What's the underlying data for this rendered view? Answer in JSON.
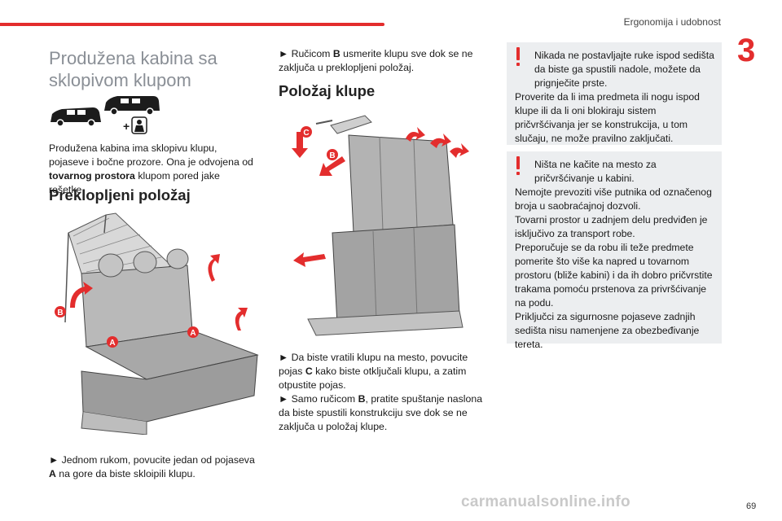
{
  "header": {
    "section": "Ergonomija i udobnost",
    "chapter": "3",
    "page": "69"
  },
  "col1": {
    "title": "Produžena kabina sa sklopivom klupom",
    "vehicle_plus": "+",
    "intro_pre": "Produžena kabina ima sklopivu klupu, pojaseve i bočne prozore. Ona je odvojena od ",
    "intro_bold": "tovarnog prostora",
    "intro_post": " klupom pored jake rešetke.",
    "subheading": "Preklopljeni položaj",
    "figure_labels": {
      "a": "A",
      "b": "B"
    },
    "step_pre": "► Jednom rukom, povucite jedan od pojaseva ",
    "step_bold": "A",
    "step_post": " na gore da biste skloipili klupu."
  },
  "col2": {
    "step1_pre": "► Ručicom ",
    "step1_bold": "B",
    "step1_post": " usmerite klupu sve dok se ne zaključa u preklopljeni položaj.",
    "subheading": "Položaj klupe",
    "figure_labels": {
      "b": "B",
      "c": "C"
    },
    "step2_pre": "► Da biste vratili klupu na mesto, povucite pojas ",
    "step2_bold": "C",
    "step2_post": " kako biste otključali klupu, a zatim otpustite pojas.",
    "step3_pre": "► Samo ručicom ",
    "step3_bold": "B",
    "step3_post": ", pratite spuštanje naslona da biste spustili konstrukciju sve dok se ne zaključa u položaj klupe."
  },
  "col3": {
    "note1": [
      "Nikada ne postavljajte ruke ispod sedišta da biste ga spustili nadole, možete da prignječite prste.",
      "Proverite da li ima predmeta ili nogu ispod klupe ili da li oni blokiraju sistem pričvršćivanja jer se konstrukcija, u tom slučaju, ne može pravilno zaključati."
    ],
    "note2": [
      "Ništa ne kačite na mesto za pričvršćivanje u kabini.",
      "Nemojte prevoziti više putnika od označenog broja u saobraćajnoj dozvoli.",
      "Tovarni prostor u zadnjem delu predviđen je isključivo za transport robe.",
      "Preporučuje se da robu ili teže predmete pomerite što više ka napred u tovarnom prostoru (bliže kabini) i da ih dobro pričvrstite trakama pomoću prstenova za privršćivanje na podu.",
      "Priključci za sigurnosne pojaseve zadnjih sedišta nisu namenjene za obezbeđivanje tereta."
    ]
  },
  "watermark": "carmanualsonline.info",
  "colors": {
    "accent": "#e32d2d",
    "heading_grey": "#8a8f96",
    "note_bg": "#eceef0"
  }
}
